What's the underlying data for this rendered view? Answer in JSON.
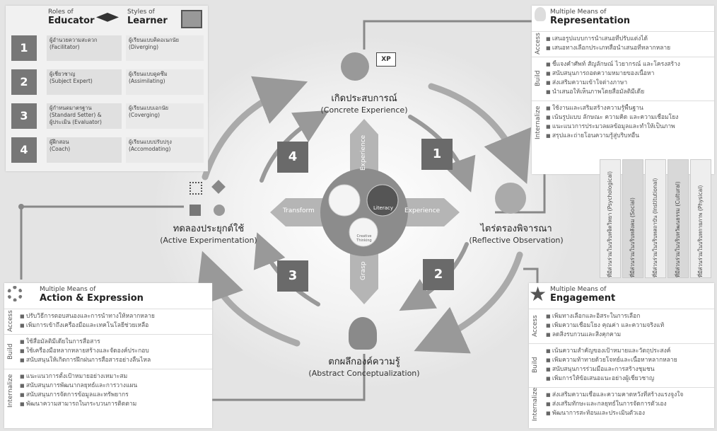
{
  "educator": {
    "title_small": "Roles of",
    "title_big": "Educator"
  },
  "learner": {
    "title_small": "Styles of",
    "title_big": "Learner"
  },
  "rows": [
    {
      "num": "1",
      "educator_th": "ผู้อำนวยความสะดวก",
      "educator_en": "(Facilitator)",
      "learner_th": "ผู้เรียนแบบคิดอเนกนัย",
      "learner_en": "(Diverging)"
    },
    {
      "num": "2",
      "educator_th": "ผู้เชี่ยวชาญ",
      "educator_en": "(Subject Expert)",
      "learner_th": "ผู้เรียนแบบดูดซึม",
      "learner_en": "(Assimilating)"
    },
    {
      "num": "3",
      "educator_th": "ผู้กำหนดมาตรฐาน",
      "educator_en": "(Standard Setter) &",
      "educator_en2": "ผู้ประเมิน (Evaluator)",
      "learner_th": "ผู้เรียนแบบเอกนัย",
      "learner_en": "(Coverging)"
    },
    {
      "num": "4",
      "educator_th": "ผู้ฝึกสอน",
      "educator_en": "(Coach)",
      "learner_th": "ผู้เรียนแบบปรับปรุง",
      "learner_en": "(Accomodating)"
    }
  ],
  "representation": {
    "title_small": "Multiple Means of",
    "title_big": "Representation",
    "groups": [
      {
        "label": "Access",
        "items": [
          "เสนอรูปแบบการนำเสนอที่ปรับแต่งได้",
          "เสนอทางเลือกประเภทสื่อนำเสนอที่หลากหลาย"
        ]
      },
      {
        "label": "Build",
        "items": [
          "ชี้แจงคำศัพท์ สัญลักษณ์ ไวยากรณ์ และโครงสร้าง",
          "สนับสนุนการถอดความหมายของเนื้อหา",
          "ส่งเสริมความเข้าใจต่างภาษา",
          "นำเสนอให้เห็นภาพโดยสื่อมัลติมีเดีย"
        ]
      },
      {
        "label": "Internalize",
        "items": [
          "ใช้งานและเสริมสร้างความรู้พื้นฐาน",
          "เน้นรูปแบบ ลักษณะ ความคิด และความเชื่อมโยง",
          "แนะแนวการประมวลผลข้อมูลและทำให้เป็นภาพ",
          "สรุปและถ่ายโอนความรู้สู่บริบทอื่น"
        ]
      }
    ]
  },
  "action": {
    "title_small": "Multiple Means of",
    "title_big": "Action & Expression",
    "groups": [
      {
        "label": "Access",
        "items": [
          "ปรับวิธีการตอบสนองและการนำทางให้หลากหลาย",
          "เพิ่มการเข้าถึงเครื่องมือและเทคโนโลยีช่วยเหลือ"
        ]
      },
      {
        "label": "Build",
        "items": [
          "ใช้สื่อมัลติมีเดียในการสื่อสาร",
          "ใช้เครื่องมือหลากหลายสร้างและจัดองค์ประกอบ",
          "สนับสนุนให้เกิดการฝึกฝนการสื่อสารอย่างลื่นไหล"
        ]
      },
      {
        "label": "Internalize",
        "items": [
          "แนะแนวการตั้งเป้าหมายอย่างเหมาะสม",
          "สนับสนุนการพัฒนากลยุทธ์และการวางแผน",
          "สนับสนุนการจัดการข้อมูลและทรัพยากร",
          "พัฒนาความสามารถในกระบวนการติดตาม"
        ]
      }
    ]
  },
  "engagement": {
    "title_small": "Multiple Means of",
    "title_big": "Engagement",
    "groups": [
      {
        "label": "Access",
        "items": [
          "เพิ่มทางเลือกและอิสระในการเลือก",
          "เพิ่มความเชื่อมโยง คุณค่า และความจริงแท้",
          "ลดสิ่งรบกวนและสิ่งคุกคาม"
        ]
      },
      {
        "label": "Build",
        "items": [
          "เน้นความสำคัญของเป้าหมายและวัตถุประสงค์",
          "เพิ่มความท้าทายด้วยโจทย์และเนื้อหาหลากหลาย",
          "สนับสนุนการร่วมมือและการสร้างชุมชน",
          "เพิ่มการให้ข้อเสนอแนะอย่างผู้เชี่ยวชาญ"
        ]
      },
      {
        "label": "Internalize",
        "items": [
          "ส่งเสริมความเชื่อและความคาดหวังที่สร้างแรงจูงใจ",
          "ส่งเสริมทักษะและกลยุทธ์ในการจัดการตัวเอง",
          "พัฒนาการสะท้อนและประเมินตัวเอง"
        ]
      }
    ]
  },
  "columns": [
    "ที่มีส่วนร่วมในบริบทจิตวิทยา (Psychological)",
    "ที่มีส่วนร่วมในบริบทสังคม (Social)",
    "ที่มีส่วนร่วมในบริบทสถาบัน (Institutional)",
    "ที่มีส่วนร่วมในบริบทวัฒนธรรม (Cultural)",
    "ที่มีส่วนร่วมในบริบทกายภาพ (Physical)"
  ],
  "stages": {
    "concrete": {
      "th": "เกิดประสบการณ์",
      "en": "(Concrete Experience)"
    },
    "reflective": {
      "th": "ไตร่ตรองพิจารณา",
      "en": "(Reflective Observation)"
    },
    "abstract": {
      "th": "ตกผลึกองค์ความรู้",
      "en": "(Abstract Conceptualization)"
    },
    "active": {
      "th": "ทดลองประยุกต์ใช้",
      "en": "(Active Experimentation)"
    }
  },
  "axes": {
    "experience_top": "Experience",
    "experience_right": "Experience",
    "transform": "Transform",
    "grasp": "Grasp"
  },
  "steps": [
    "1",
    "2",
    "3",
    "4"
  ],
  "center": {
    "literacy": "Literacy",
    "creative": "Creative Thinking",
    "xp": "XP"
  }
}
